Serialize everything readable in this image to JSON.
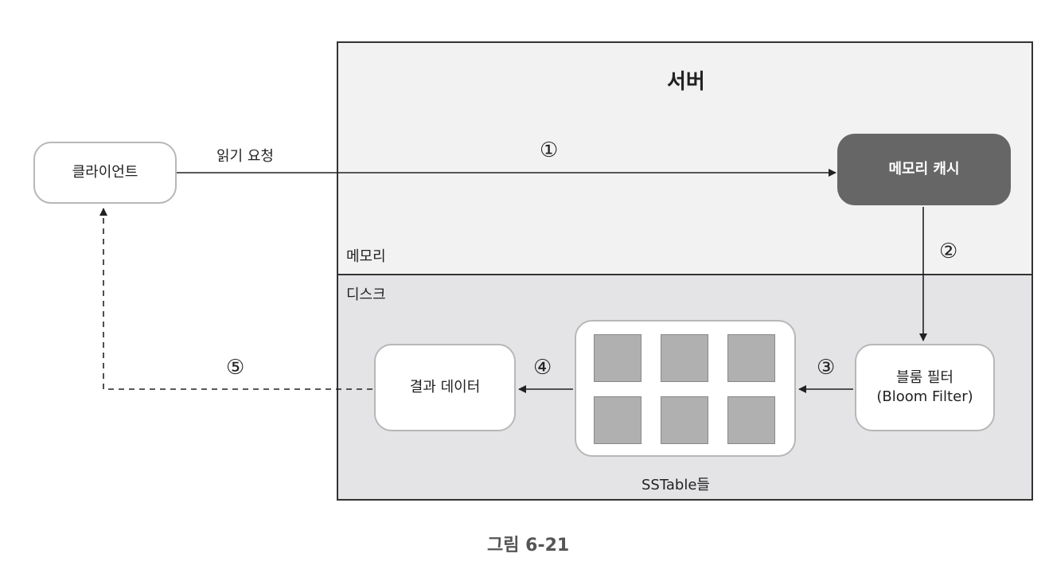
{
  "server": {
    "title": "서버",
    "memory_label": "메모리"
  },
  "disk": {
    "label": "디스크"
  },
  "client": {
    "label": "클라이언트"
  },
  "read_request": {
    "label": "읽기 요청"
  },
  "memory_cache": {
    "label": "메모리 캐시"
  },
  "bloom_filter": {
    "line1": "블룸 필터",
    "line2": "(Bloom Filter)"
  },
  "sstables": {
    "label": "SSTable들"
  },
  "result_data": {
    "label": "결과 데이터"
  },
  "steps": {
    "s1": "①",
    "s2": "②",
    "s3": "③",
    "s4": "④",
    "s5": "⑤"
  },
  "figure": {
    "caption": "그림 6-21"
  }
}
